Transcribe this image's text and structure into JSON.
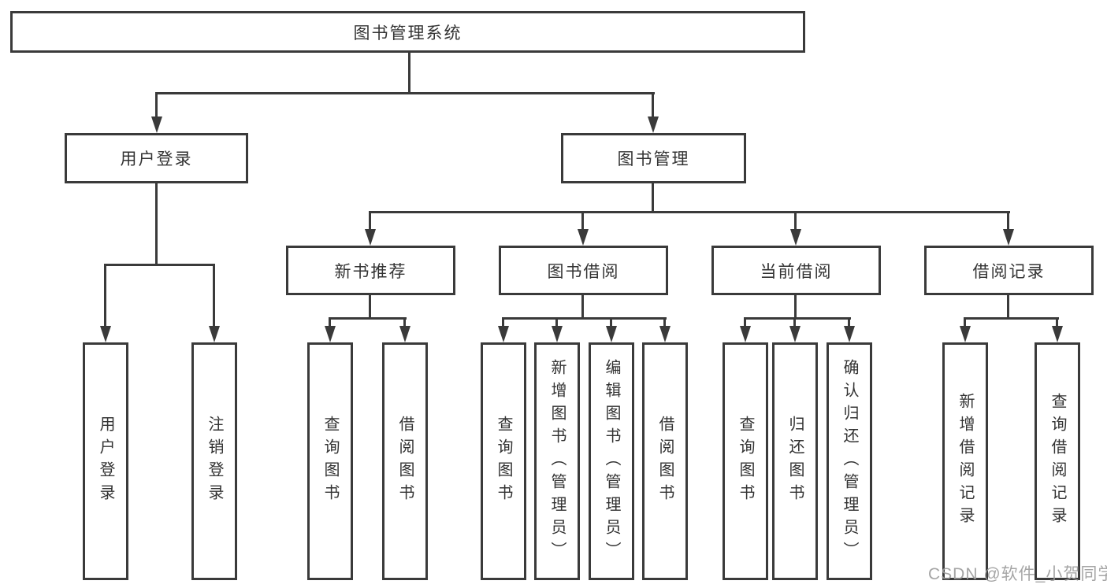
{
  "diagram": {
    "type": "hierarchy-tree",
    "colors": {
      "line": "#3a3a3a",
      "text": "#333333",
      "background": "#ffffff",
      "watermark": "#9b9b9b"
    },
    "tree": {
      "root": "图书管理系统",
      "branches": [
        {
          "label": "用户登录",
          "children": [
            "用户登录",
            "注销登录"
          ]
        },
        {
          "label": "图书管理",
          "groups": [
            {
              "label": "新书推荐",
              "children": [
                "查询图书",
                "借阅图书"
              ]
            },
            {
              "label": "图书借阅",
              "children": [
                "查询图书",
                "新增图书（管理员）",
                "编辑图书（管理员）",
                "借阅图书"
              ]
            },
            {
              "label": "当前借阅",
              "children": [
                "查询图书",
                "归还图书",
                "确认归还（管理员）"
              ]
            },
            {
              "label": "借阅记录",
              "children": [
                "新增借阅记录",
                "查询借阅记录"
              ]
            }
          ]
        }
      ]
    },
    "watermark": "CSDN @软件_小贺同学"
  }
}
